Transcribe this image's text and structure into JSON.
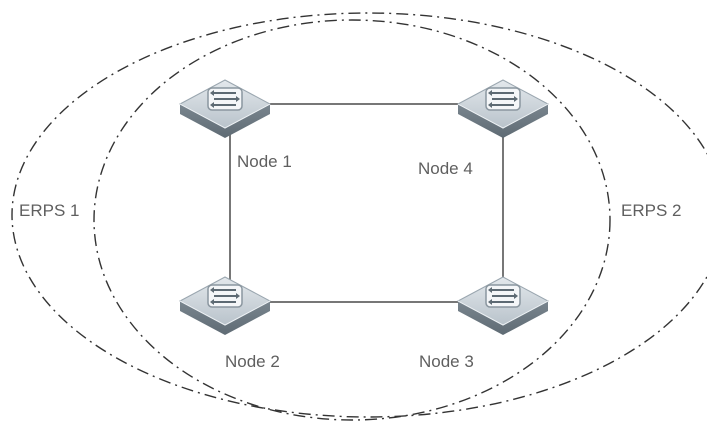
{
  "diagram": {
    "nodes": [
      {
        "id": "node-1",
        "label": "Node 1"
      },
      {
        "id": "node-4",
        "label": "Node 4"
      },
      {
        "id": "node-2",
        "label": "Node 2"
      },
      {
        "id": "node-3",
        "label": "Node 3"
      }
    ],
    "rings": [
      {
        "id": "erps-1",
        "label": "ERPS 1"
      },
      {
        "id": "erps-2",
        "label": "ERPS 2"
      }
    ],
    "links": [
      {
        "from": "node-1",
        "to": "node-4"
      },
      {
        "from": "node-1",
        "to": "node-2"
      },
      {
        "from": "node-4",
        "to": "node-3"
      },
      {
        "from": "node-2",
        "to": "node-3"
      }
    ]
  },
  "colors": {
    "line": "#777777",
    "ring": "#333333",
    "switch_top": "#cfd6dc",
    "switch_side": "#7d8a94",
    "label": "#5f5f5f"
  },
  "icons": {
    "switch": "network-switch-icon"
  }
}
